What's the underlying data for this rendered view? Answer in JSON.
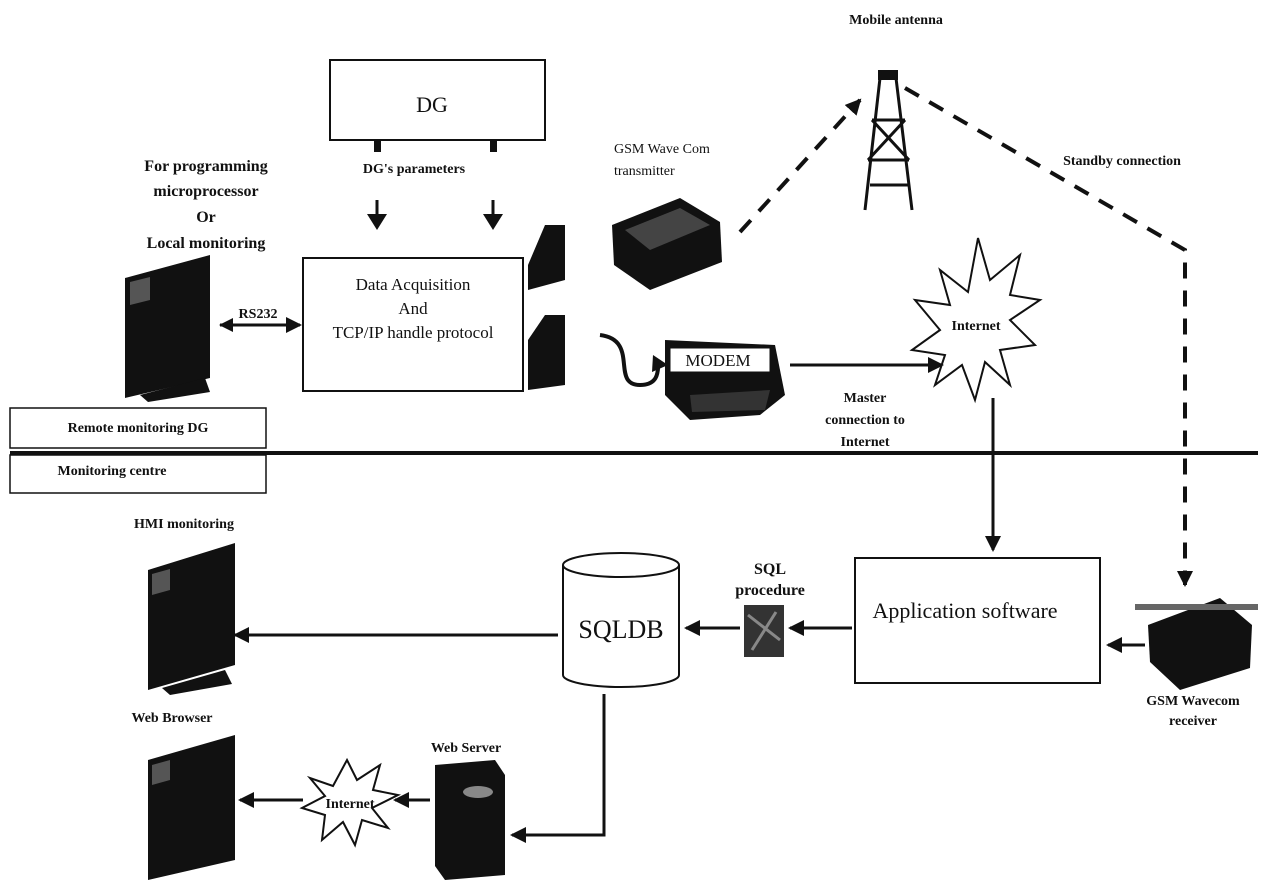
{
  "labels": {
    "dg": "DG",
    "dg_parameters": "DG's parameters",
    "for_programming_1": "For programming",
    "for_programming_2": "microprocessor",
    "for_programming_3": "Or",
    "for_programming_4": "Local monitoring",
    "rs232": "RS232",
    "data_acq_1": "Data Acquisition",
    "data_acq_2": "And",
    "data_acq_3": "TCP/IP handle protocol",
    "gsm_tx_1": "GSM Wave Com",
    "gsm_tx_2": "transmitter",
    "mobile_antenna": "Mobile antenna",
    "standby_connection": "Standby connection",
    "internet_top": "Internet",
    "modem": "MODEM",
    "master_1": "Master",
    "master_2": "connection to",
    "master_3": "Internet",
    "remote_monitoring": "Remote monitoring DG",
    "monitoring_centre": "Monitoring centre",
    "hmi_monitoring": "HMI monitoring",
    "sqldb": "SQLDB",
    "sql_proc_1": "SQL",
    "sql_proc_2": "procedure",
    "app_software": "Application software",
    "gsm_rx_1": "GSM Wavecom",
    "gsm_rx_2": "receiver",
    "web_browser": "Web Browser",
    "web_server": "Web Server",
    "internet_bottom": "Internet"
  }
}
